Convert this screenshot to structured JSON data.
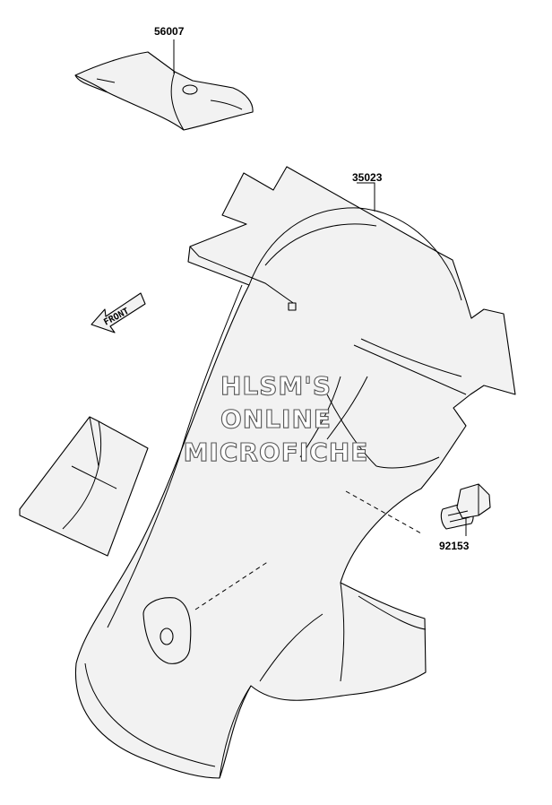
{
  "parts": [
    {
      "id": "p56007",
      "number": "56007"
    },
    {
      "id": "p35023",
      "number": "35023"
    },
    {
      "id": "p92153",
      "number": "92153"
    }
  ],
  "direction_label": "FRONT",
  "watermark": {
    "line1": "HLSM'S",
    "line2": "ONLINE",
    "line3": "MICROFICHE"
  }
}
